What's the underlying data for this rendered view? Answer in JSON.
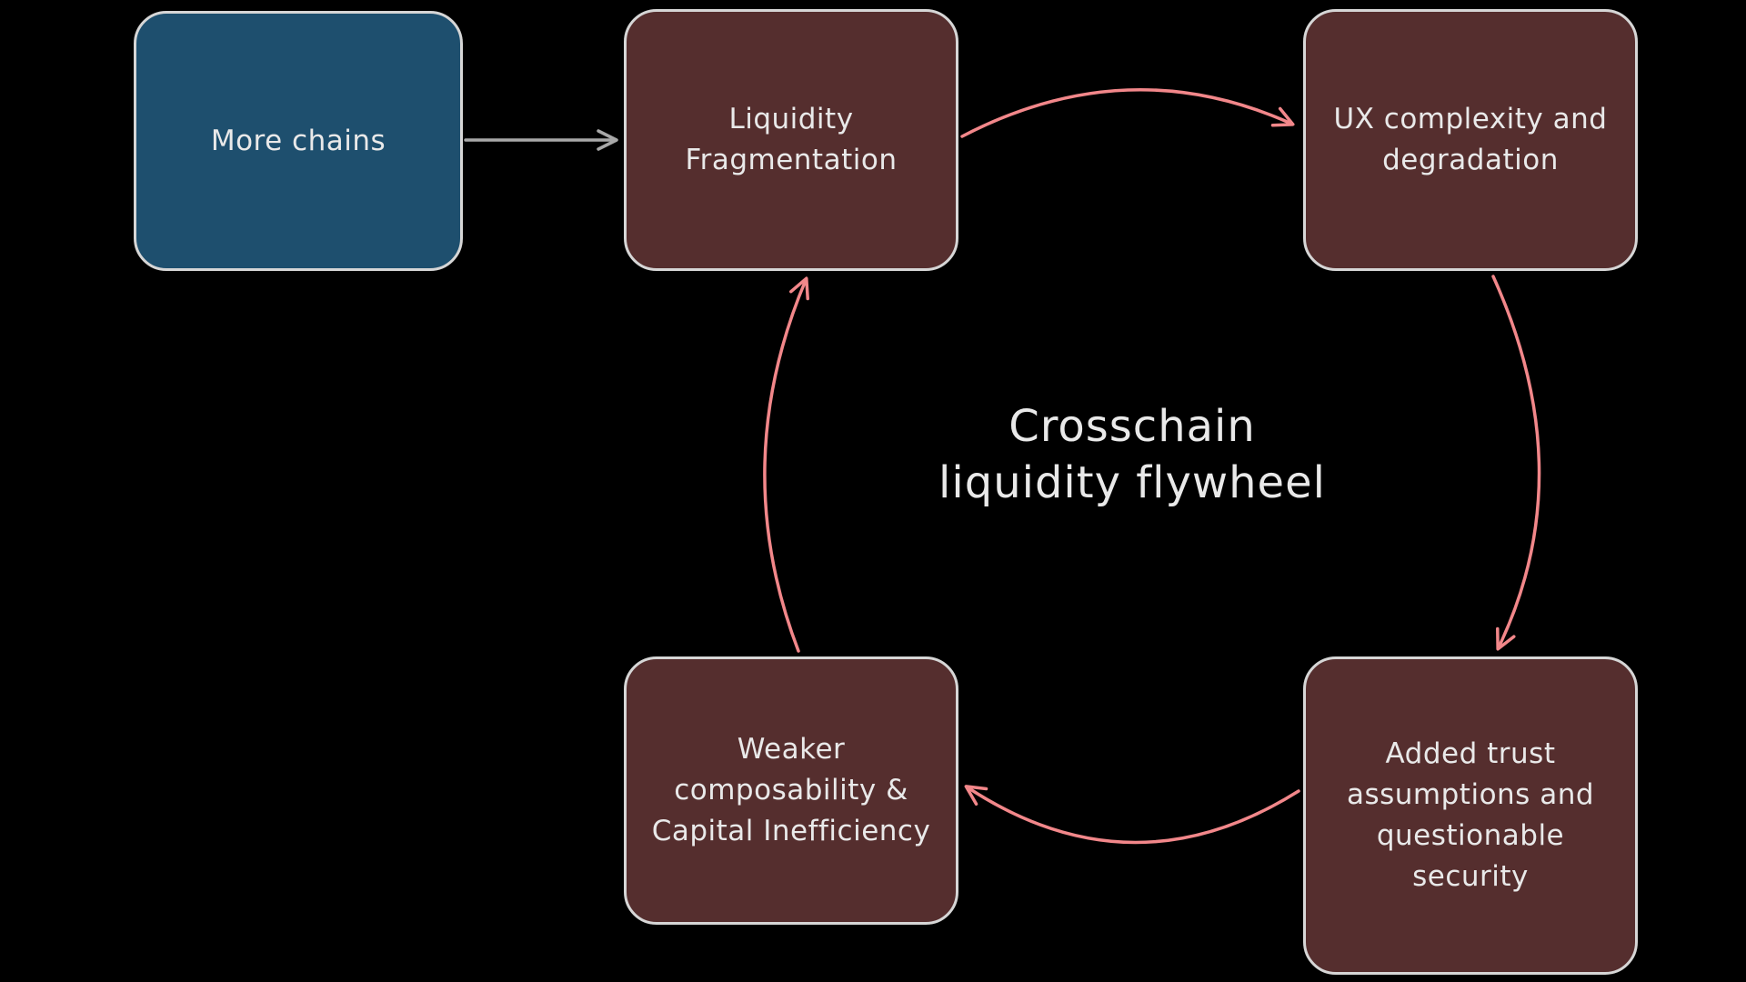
{
  "title": {
    "line1": "Crosschain",
    "line2": "liquidity flywheel"
  },
  "diagram": {
    "type": "cycle-flywheel",
    "nodes": [
      {
        "id": "more-chains",
        "label": "More chains",
        "fill": "blue"
      },
      {
        "id": "liquidity-fragmentation",
        "label": "Liquidity Fragmentation",
        "fill": "dark-red"
      },
      {
        "id": "ux-complexity-degradation",
        "label": "UX complexity and degradation",
        "fill": "dark-red"
      },
      {
        "id": "added-trust-assumptions",
        "label": "Added trust assumptions and questionable security",
        "fill": "dark-red"
      },
      {
        "id": "weaker-composability",
        "label": "Weaker composability & Capital Inefficiency",
        "fill": "dark-red"
      }
    ],
    "edges": [
      {
        "from": "more-chains",
        "to": "liquidity-fragmentation",
        "color": "gray",
        "style": "straight"
      },
      {
        "from": "liquidity-fragmentation",
        "to": "ux-complexity-degradation",
        "color": "pink",
        "style": "curved"
      },
      {
        "from": "ux-complexity-degradation",
        "to": "added-trust-assumptions",
        "color": "pink",
        "style": "curved"
      },
      {
        "from": "added-trust-assumptions",
        "to": "weaker-composability",
        "color": "pink",
        "style": "curved"
      },
      {
        "from": "weaker-composability",
        "to": "liquidity-fragmentation",
        "color": "pink",
        "style": "curved"
      }
    ]
  },
  "colors": {
    "bg": "#000000",
    "node-blue": "#1e4f6e",
    "node-red": "#552e2e",
    "node-border": "#d6d6d6",
    "text": "#e9e9e9",
    "arrow-pink": "#f2878a",
    "arrow-gray": "#a8a8a8"
  }
}
